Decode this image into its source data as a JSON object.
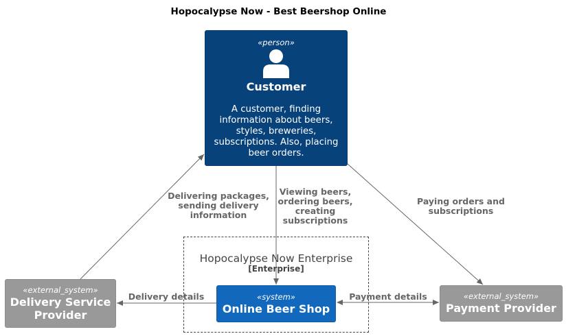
{
  "diagram": {
    "title": "Hopocalypse Now - Best Beershop Online",
    "customer": {
      "stereotype": "«person»",
      "name": "Customer",
      "description": "A customer, finding information about beers, styles, breweries, subscriptions. Also, placing beer orders."
    },
    "boundary": {
      "name": "Hopocalypse Now Enterprise",
      "type": "[Enterprise]"
    },
    "online_shop": {
      "stereotype": "«system»",
      "name": "Online Beer Shop"
    },
    "delivery_provider": {
      "stereotype": "«external_system»",
      "name": "Delivery Service Provider"
    },
    "payment_provider": {
      "stereotype": "«external_system»",
      "name": "Payment Provider"
    },
    "relations": {
      "delivering_packages": "Delivering packages, sending delivery information",
      "viewing_beers": "Viewing beers, ordering beers, creating subscriptions",
      "paying_orders": "Paying orders and subscriptions",
      "delivery_details": "Delivery details",
      "payment_details": "Payment details"
    },
    "colors": {
      "person": "#08427b",
      "system": "#1168bd",
      "external_system": "#999999",
      "arrow": "#666666"
    }
  }
}
